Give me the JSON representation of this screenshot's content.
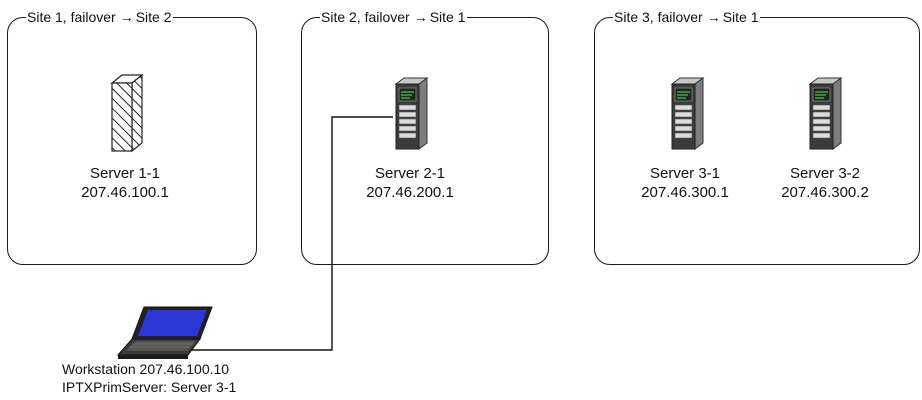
{
  "sites": [
    {
      "name": "Site 1, failover",
      "arrow": "→",
      "target": "Site 2"
    },
    {
      "name": "Site 2, failover",
      "arrow": "→",
      "target": "Site 1"
    },
    {
      "name": "Site 3, failover",
      "arrow": "→",
      "target": "Site 1"
    }
  ],
  "servers": [
    {
      "name": "Server 1-1",
      "ip": "207.46.100.1"
    },
    {
      "name": "Server 2-1",
      "ip": "207.46.200.1"
    },
    {
      "name": "Server 3-1",
      "ip": "207.46.300.1"
    },
    {
      "name": "Server 3-2",
      "ip": "207.46.300.2"
    }
  ],
  "workstation": {
    "line1": "Workstation 207.46.100.10",
    "line2": "IPTXPrimServer: Server 3-1"
  }
}
